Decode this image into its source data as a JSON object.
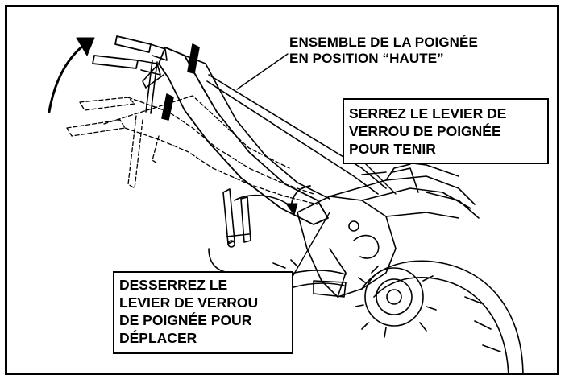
{
  "labels": {
    "handle_up": "ENSEMBLE DE LA POIGNÉE\nEN POSITION “HAUTE”",
    "tighten": "SERREZ LE LEVIER DE\nVERROU DE POIGNÉE\nPOUR TENIR",
    "loosen": "DESSERREZ LE\nLEVIER DE VERROU\nDE POIGNÉE POUR\nDÉPLACER"
  }
}
